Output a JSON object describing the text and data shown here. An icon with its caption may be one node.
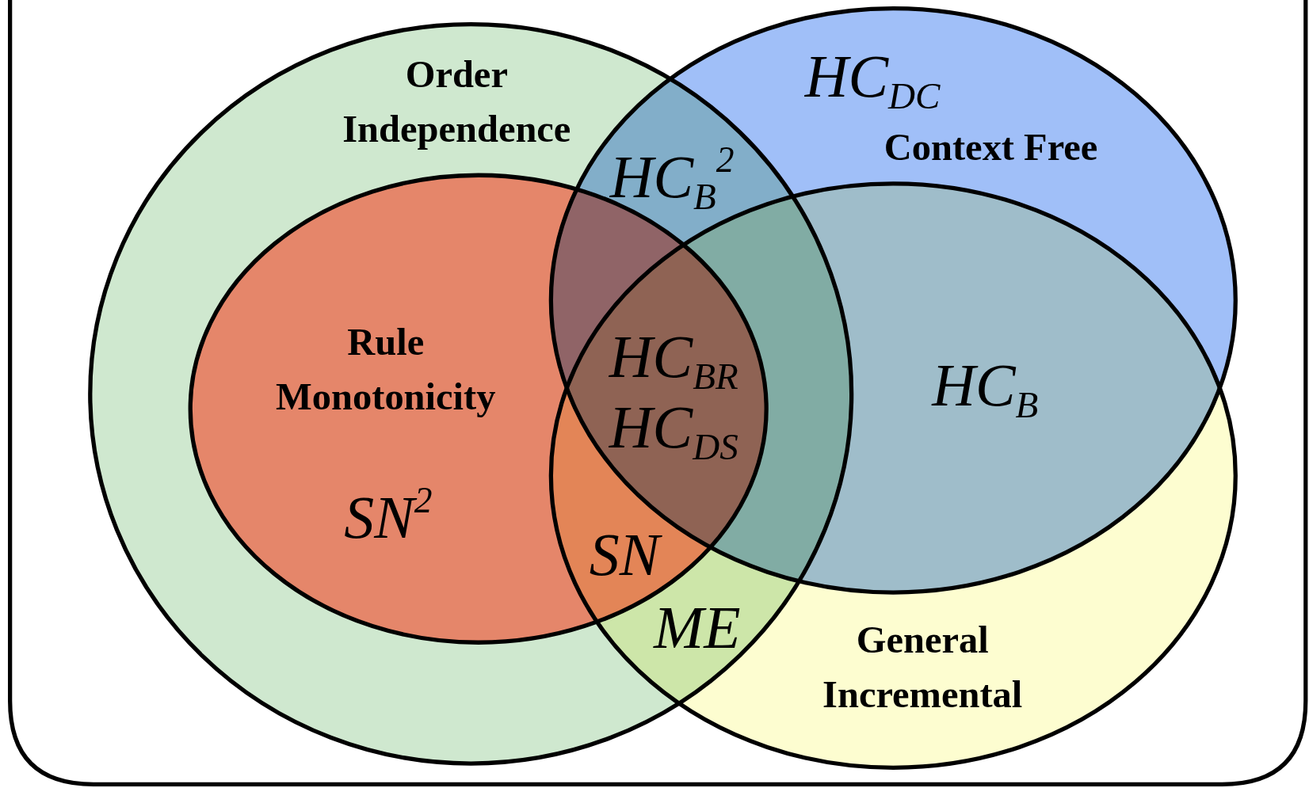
{
  "diagram": {
    "nodes": [
      {
        "text": [
          "Order Independence"
        ]
      },
      {
        "text": [
          "Rule Monotonicity",
          "SN$^{2}$"
        ],
        "in": 0
      },
      {
        "text": [
          "HC$_{DC}$",
          "Context Free"
        ]
      },
      {
        "text": [
          "General Incremental"
        ]
      }
    ],
    "labels": [
      "HC$_{B}$$^{2}$",
      "HC$_{BR}$",
      "HC$_{DS}$",
      "HC$_{B}$",
      "SN",
      "ME"
    ]
  }
}
